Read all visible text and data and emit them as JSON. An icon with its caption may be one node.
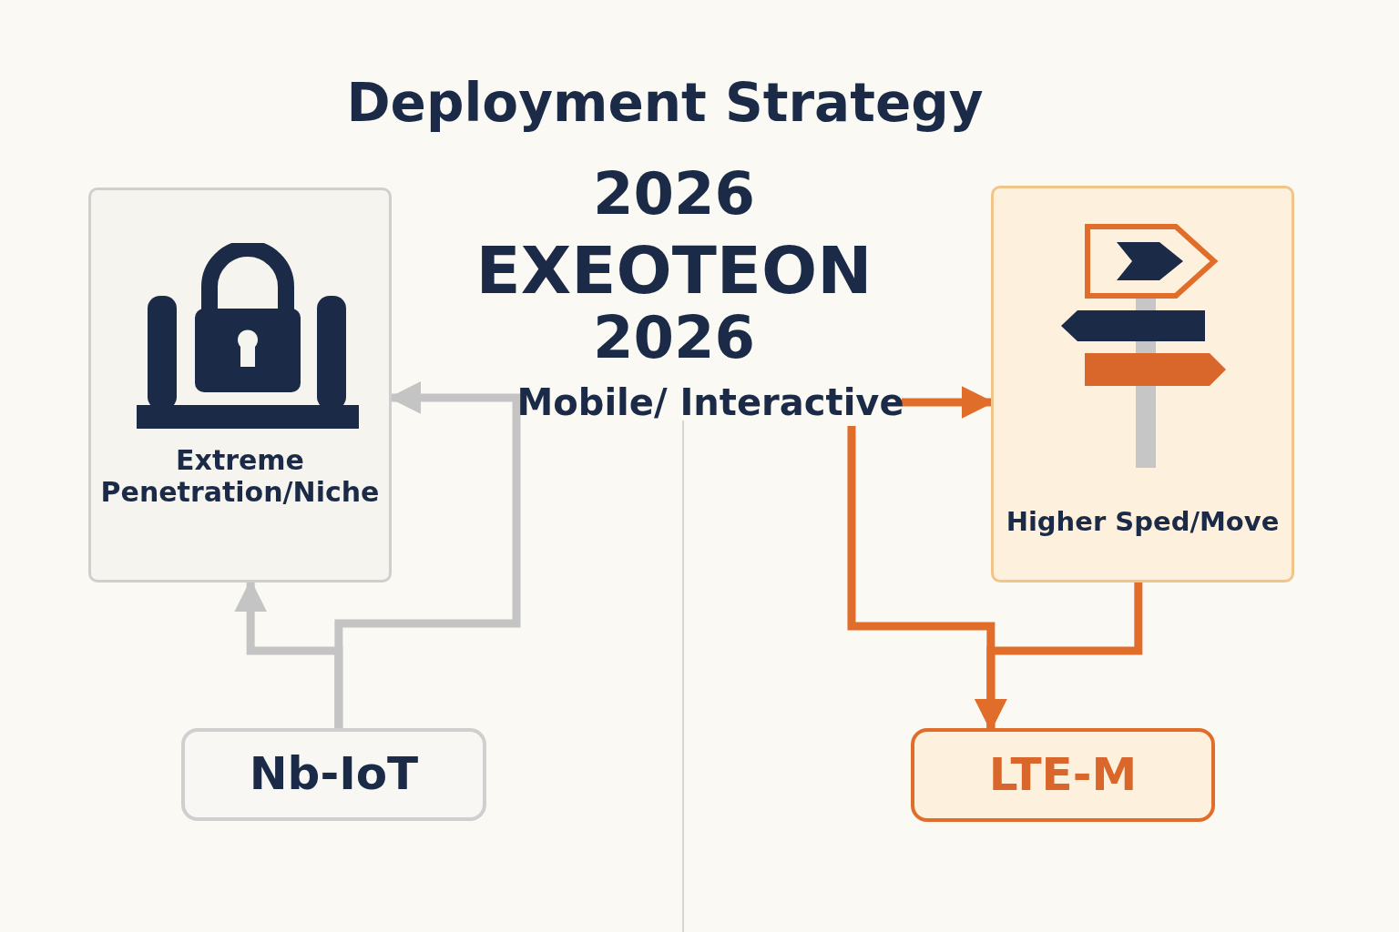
{
  "diagram": {
    "title": "Deployment Strategy",
    "nodes": [
      {
        "text": [
          "Extreme Penetration/Niche"
        ]
      },
      {
        "text": [
          "Higher Sped/Move"
        ]
      },
      {
        "text": [
          "Nb-IoT"
        ]
      },
      {
        "text": [
          "LTE-M"
        ]
      },
      {
        "text": [
          "Mobile/ Interactive"
        ]
      }
    ],
    "edges": [
      {
        "from": 2,
        "to": 0,
        "arrow": "to",
        "color": "#c4c4c4"
      },
      {
        "from": 2,
        "to": 0,
        "arrow": "to",
        "color": "#c4c4c4"
      },
      {
        "from": 4,
        "to": 1,
        "arrow": "to",
        "color": "#e06d2a"
      },
      {
        "from": 4,
        "to": 3,
        "arrow": "to",
        "color": "#e06d2a"
      },
      {
        "from": 1,
        "to": 3,
        "arrow": "to",
        "color": "#e06d2a"
      }
    ],
    "labels": [
      "2026",
      "EXEOTEON",
      "2026"
    ]
  }
}
